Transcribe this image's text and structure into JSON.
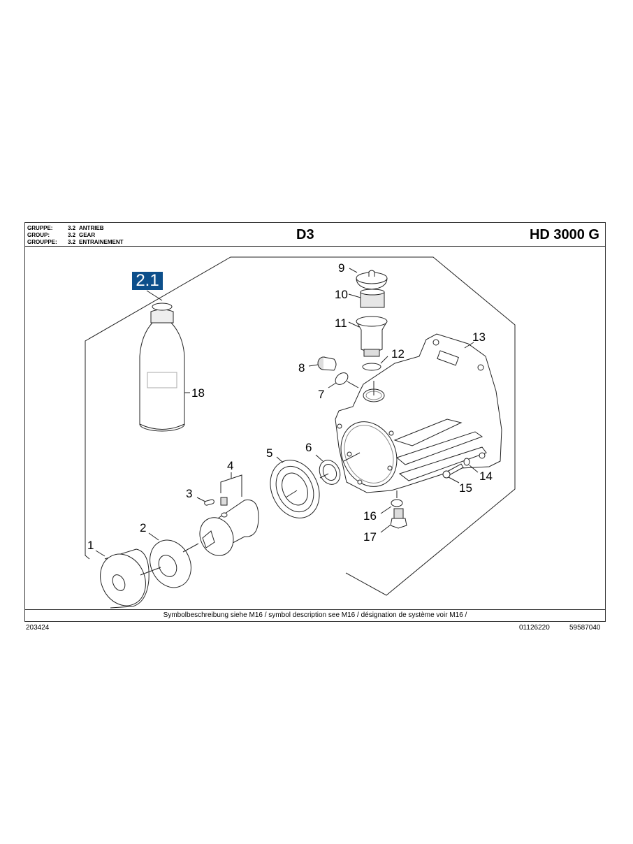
{
  "header": {
    "group_rows": [
      {
        "label": "GRUPPE:",
        "num": "3.2",
        "name": "ANTRIEB"
      },
      {
        "label": "GROUP:",
        "num": "3.2",
        "name": "GEAR"
      },
      {
        "label": "GROUPPE:",
        "num": "3.2",
        "name": "ENTRAINEMENT"
      }
    ],
    "sheet_code": "D3",
    "model": "HD 3000 G"
  },
  "drawing": {
    "badge": "2.1",
    "badge_color": "#0d4f8b",
    "callouts": [
      "1",
      "2",
      "3",
      "4",
      "5",
      "6",
      "7",
      "8",
      "9",
      "10",
      "11",
      "12",
      "13",
      "14",
      "15",
      "16",
      "17",
      "18"
    ],
    "parts_depicted": {
      "1": "pulley",
      "2": "flange disc",
      "3": "key",
      "4": "shaft with set screw",
      "5": "ball bearing",
      "6": "shaft seal",
      "7": "sealing ring",
      "8": "plug screw",
      "9": "cap",
      "10": "filter sleeve",
      "11": "oil reservoir",
      "12": "o-ring",
      "13": "gear housing",
      "14": "washer",
      "15": "cylinder screw",
      "16": "sealing ring",
      "17": "drain plug",
      "18": "oil bottle"
    }
  },
  "footer": {
    "note": "Symbolbeschreibung siehe M16 / symbol description see M16 / désignation de système voir M16 /",
    "left_code": "203424",
    "right_code_1": "01126220",
    "right_code_2": "59587040"
  }
}
